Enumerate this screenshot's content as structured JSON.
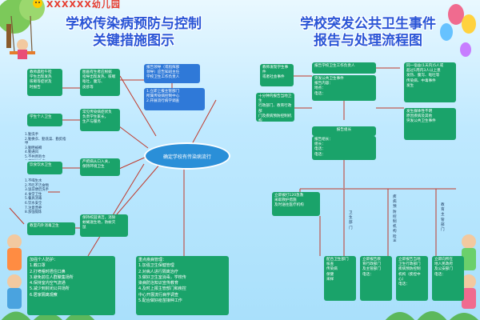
{
  "school_sign": "XXXXXX幼儿园",
  "left_title": {
    "line1": "学校传染病预防与控制",
    "line2": "关键措施图示"
  },
  "right_title": {
    "line1": "学校突发公共卫生事件",
    "line2": "报告与处理流程图"
  },
  "left_boxes": {
    "b1": "教师晨检午检\n学生出现发热\n咳嗽等症状及\n时报告",
    "b2": "图画有生者应根据\n指导出现发热、咳嗽\n呕吐、腹泻、\n皮疹等",
    "b3": "报告领导（或指挥部\n领导）应告知班主任\n学校卫生工作负责人",
    "b4": "1.立即上报主管部门\n所属传染病控制中心\n2.开展流行病学调查",
    "b5": "学生个人卫生",
    "b6": "常见传染病症状负\n负责学生家长，\n生产与服务",
    "b7": "1.勤洗手\n2.勤换衣、勤洗澡、勤剪指甲\n3.勤晒被褥\n4.勤通风\n5.不共用毛巾\n6.不随地吐痰",
    "b8": "饮食饮水卫生",
    "b9": "严把病从口入关，\n保持环境卫生",
    "b10": "1.不喝生水\n2.不吃不洁食物\n3.饭前便后洗手\n4.食堂卫生\n5.餐具消毒\n6.饮水安全\n7.注意营养\n8.加强锻炼",
    "b11": "教室内外消毒卫生",
    "b12": "保持校园清洁，消除\n蚊蝇滋生地，防蚊灭\n鼠",
    "b13": "加强个人防护：\n1.戴口罩\n2.打喷嚏时捂住口鼻\n3.避免前往人群聚集场所\n4.保持室内空气流通\n5.减少到封闭公共场所\n6.居家隔离观察",
    "b14": "重点疾病管理：\n1.加强卫生保健管理\n2.对病人进行隔离治疗\n3.做好卫生室消毒，学校传\n  染病防治知识宣传教育\n4.及时上报主管部门和疾控\n  中心开展流行病学调查\n5.配合做好疫苗接种工作",
    "oval": "确定学校有传染病流行"
  },
  "right_boxes": {
    "r1": "教师发现学生事件\n或者社会事件",
    "r2": "报告学校卫生工作负责人",
    "r3": "突发公共卫生事件\n报告内容：\n地点：\n电话：",
    "r4": "十分钟内报告当地卫生\n行政部门、教育行政部\n门及疾病预防控制机构",
    "r5": "同一宿舍(1天内)5人或\n超过1周内3人以上患\n发热、腹泻、呕吐等\n传染病、中毒事件\n发生",
    "r6": "报告组长",
    "r7": "发生群体性不明\n原因疾病及其他\n突发公共卫生事件",
    "r8": "报告组长：\n组长：\n电话：\n电话：",
    "r9": "立即拨打120急救\n采取救护措施\n及时送往医疗机构",
    "r10": "卫生部门",
    "r11": "疾病预防控制机构\n检查结果报告",
    "r12": "教育主管部门",
    "r13": "配合卫生部门\n核查\n传染病\n保健\n采样",
    "r14": "立即报告教\n育行政部门\n及主管部门\n电话：",
    "r15": "立即报告当地\n卫生行政部门\n疾病预防控制\n机构（疾控中心）\n电话：",
    "r16": "立即向所在\n地人民政府\n及公安部门\n电话："
  },
  "colors": {
    "green": "#1aa36a",
    "blue": "#2f79d8",
    "title": "#2a55d6",
    "line": "#c0392b"
  }
}
